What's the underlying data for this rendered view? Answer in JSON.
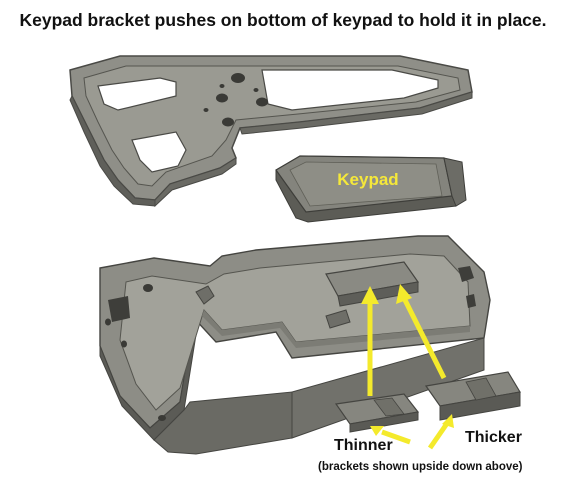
{
  "title": "Keypad bracket pushes on bottom of keypad to hold it in place.",
  "labels": {
    "keypad": "Keypad",
    "thinner": "Thinner",
    "thicker": "Thicker",
    "note": "(brackets shown upside down above)"
  },
  "colors": {
    "part_top": "#8c8c84",
    "part_side": "#6e6e68",
    "part_dark": "#545450",
    "arrow": "#f4ea2c"
  }
}
